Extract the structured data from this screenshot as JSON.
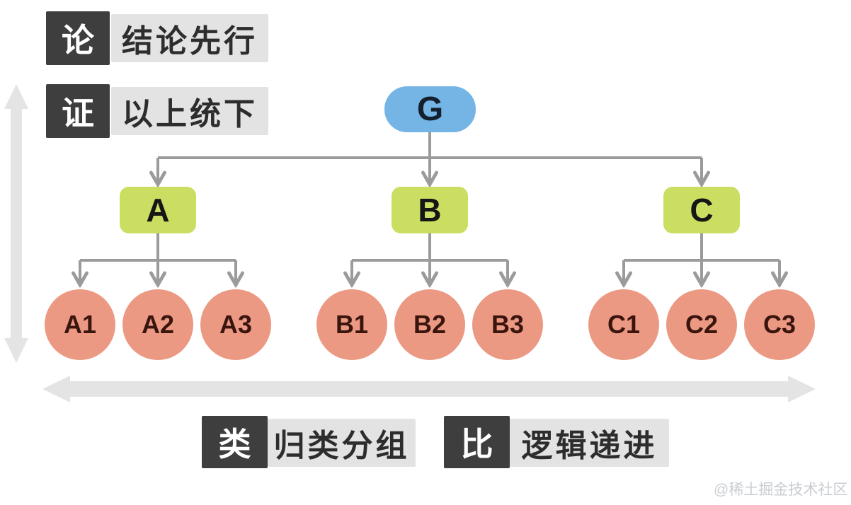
{
  "legend_top": [
    {
      "key": "论",
      "label": "结论先行"
    },
    {
      "key": "证",
      "label": "以上统下"
    }
  ],
  "legend_bottom": [
    {
      "key": "类",
      "label": "归类分组"
    },
    {
      "key": "比",
      "label": "逻辑递进"
    }
  ],
  "tree": {
    "root": {
      "label": "G"
    },
    "branches": [
      {
        "label": "A",
        "children": [
          "A1",
          "A2",
          "A3"
        ]
      },
      {
        "label": "B",
        "children": [
          "B1",
          "B2",
          "B3"
        ]
      },
      {
        "label": "C",
        "children": [
          "C1",
          "C2",
          "C3"
        ]
      }
    ]
  },
  "watermark": "@稀土掘金技术社区",
  "colors": {
    "root-fill": "#74B5E6",
    "branch-fill": "#CBDE62",
    "leaf-fill": "#EC9983",
    "leaf-text": "#3A150E",
    "node-text": "#14202E",
    "connector": "#9B9B9B",
    "axis-arrow": "#E4E4E4",
    "badge-dark": "#3E3E3E",
    "badge-light": "#E3E3E3",
    "badge-dark-text": "#FFFFFF",
    "badge-light-text": "#2D2D2D",
    "watermark-text": "#C9CDD1"
  }
}
